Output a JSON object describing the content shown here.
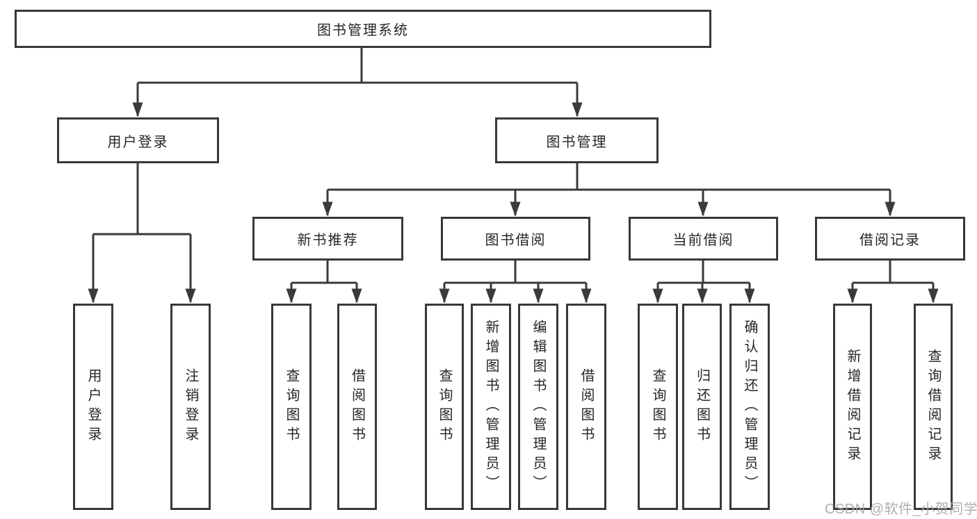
{
  "watermark": {
    "text": "CSDN @软件_小贺同学"
  },
  "colors": {
    "line": "#3a3a3a",
    "box_border": "#383838",
    "box_fill": "#ffffff",
    "text": "#262626",
    "watermark": "#a8a8a8",
    "canvas": "#ffffff"
  },
  "tree": {
    "root": {
      "label": "图书管理系统"
    },
    "branches": [
      {
        "label": "用户登录",
        "children": [
          {
            "label": "用户登录"
          },
          {
            "label": "注销登录"
          }
        ]
      },
      {
        "label": "图书管理",
        "children": [
          {
            "label": "新书推荐",
            "children": [
              {
                "label": "查询图书"
              },
              {
                "label": "借阅图书"
              }
            ]
          },
          {
            "label": "图书借阅",
            "children": [
              {
                "label": "查询图书"
              },
              {
                "label": "新增图书（管理员）"
              },
              {
                "label": "编辑图书（管理员）"
              },
              {
                "label": "借阅图书"
              }
            ]
          },
          {
            "label": "当前借阅",
            "children": [
              {
                "label": "查询图书"
              },
              {
                "label": "归还图书"
              },
              {
                "label": "确认归还（管理员）"
              }
            ]
          },
          {
            "label": "借阅记录",
            "children": [
              {
                "label": "新增借阅记录"
              },
              {
                "label": "查询借阅记录"
              }
            ]
          }
        ]
      }
    ]
  }
}
